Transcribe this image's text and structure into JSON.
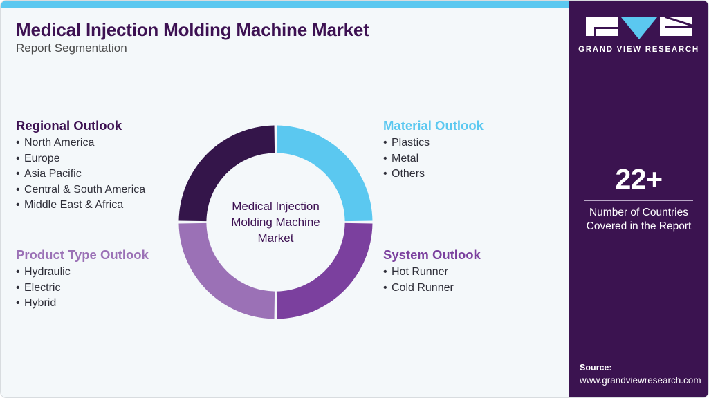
{
  "header": {
    "title": "Medical Injection Molding Machine Market",
    "subtitle": "Report Segmentation"
  },
  "accent_colors": {
    "top_bar": "#5bc8f0",
    "title": "#3d1152",
    "panel_bg": "#3b1350",
    "canvas_bg": "#f4f8fa"
  },
  "segments": [
    {
      "key": "regional",
      "title": "Regional Outlook",
      "title_color": "#3d1152",
      "bullet": "•",
      "items": [
        "North America",
        "Europe",
        "Asia Pacific",
        "Central & South America",
        "Middle East & Africa"
      ]
    },
    {
      "key": "product_type",
      "title": "Product Type Outlook",
      "title_color": "#9b71b6",
      "bullet": "•",
      "items": [
        "Hydraulic",
        "Electric",
        "Hybrid"
      ]
    },
    {
      "key": "material",
      "title": "Material Outlook",
      "title_color": "#5bc8f0",
      "bullet": "•",
      "items": [
        "Plastics",
        "Metal",
        "Others"
      ]
    },
    {
      "key": "system",
      "title": "System Outlook",
      "title_color": "#7b409e",
      "bullet": "•",
      "items": [
        "Hot Runner",
        "Cold Runner"
      ]
    }
  ],
  "donut": {
    "center_lines": [
      "Medical Injection",
      "Molding Machine",
      "Market"
    ],
    "center_text_color": "#3d1152"
  },
  "chart_data": {
    "type": "pie",
    "title": "Medical Injection Molding Machine Market",
    "subtitle": "Report Segmentation",
    "labels": [
      "Material Outlook",
      "System Outlook",
      "Product Type Outlook",
      "Regional Outlook"
    ],
    "values": [
      25,
      25,
      25,
      25
    ],
    "colors": [
      "#5bc8f0",
      "#7b409e",
      "#9b71b6",
      "#34154a"
    ],
    "donut": true,
    "inner_radius_ratio": 0.715,
    "start_angle_deg": 0,
    "legend": "none",
    "center_label": "Medical Injection Molding Machine Market",
    "xlabel": "",
    "ylabel": ""
  },
  "panel": {
    "logo": {
      "wordmark": "GRAND VIEW RESEARCH",
      "mark_g": "G",
      "mark_v": "V",
      "mark_r": "R"
    },
    "stat": {
      "value": "22+",
      "caption_line1": "Number of Countries",
      "caption_line2": "Covered in the Report"
    },
    "source": {
      "label": "Source:",
      "url": "www.grandviewresearch.com"
    }
  }
}
